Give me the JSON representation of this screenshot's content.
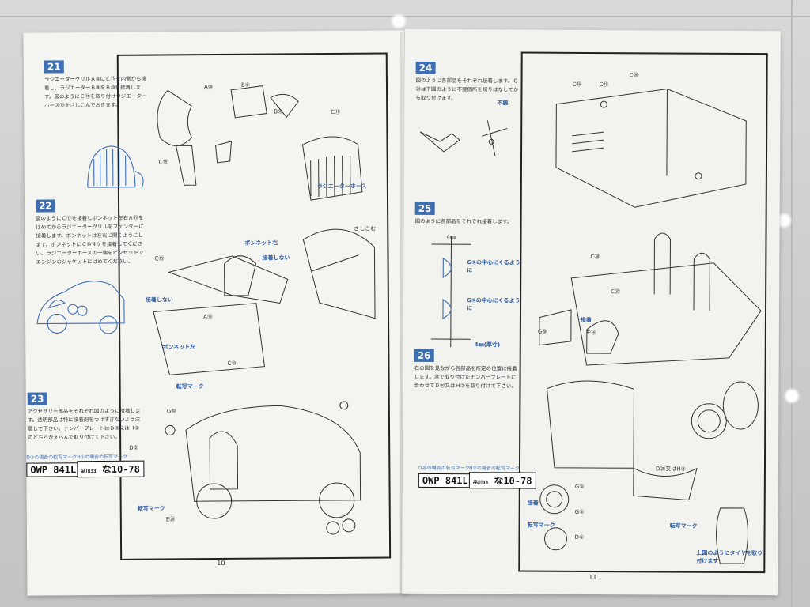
{
  "left_page": {
    "page_number": "10",
    "steps": [
      {
        "num": "21",
        "text": "ラジエーターグリルＡ④にＣ⑮を内側から接着し、ラジエーターＢ⑨をＢ⑩を接着します。図のようにＣ⑪を取り付けラジエーターホース⑲をさしこんでおきます。"
      },
      {
        "num": "22",
        "text": "図のようにＣ⑬を接着しボンネット左右Ａ⑲をはめてからラジエーターグリルをフェンダーに接着します。ボンネットは左右に開くようにします。ボンネットにＣ⑩４ケを接着してください。ラジエーターホースの一端をピンセットでエンジンのジャケットにはめてください。"
      },
      {
        "num": "23",
        "text": "アクセサリー部品をそれぞれ図のように接着します。透明部品は特に接着剤をつけすぎないよう注意して下さい。ナンバープレートはＤ③又はＨ①のどちらかえらんで取り付けて下さい。"
      }
    ],
    "plates": [
      {
        "label": "D③の場合の転写マーク",
        "text": "OWP 841L"
      },
      {
        "label": "H①の場合の転写マーク",
        "small": "品川33",
        "text": "な10-78"
      }
    ],
    "diagram_labels": [
      "A⑩",
      "B⑨",
      "B⑩",
      "C⑪",
      "C⑮",
      "ラジエーターホース",
      "ボンネット右",
      "接着しない",
      "さしこむ",
      "ボンネット左",
      "接着しない",
      "転写マーク",
      "転写マーク",
      "G⑩",
      "D②",
      "E⑳",
      "A⑱",
      "C⑬",
      "C⑩"
    ]
  },
  "right_page": {
    "page_number": "11",
    "steps": [
      {
        "num": "24",
        "text": "図のように各部品をそれぞれ接着します。Ｃ⑳は下図のように不要個所を切りはなしてから取り付けます。"
      },
      {
        "num": "25",
        "text": "図のように各部品をそれぞれ接着します。"
      },
      {
        "num": "26",
        "text": "右の図を見ながら各部品を所定の位置に接着します。㉓で取り付けたナンバープレートに合わせてＤ⑳又はＨ②を取り付けて下さい。"
      }
    ],
    "annotations": [
      "不要",
      "G⑨の中心にくるように",
      "G⑨の中心にくるように",
      "4㎜",
      "4㎜(厚寸)",
      "接着",
      "接着",
      "転写マーク",
      "上図のようにタイヤを取り付けます"
    ],
    "plates": [
      {
        "label": "D⑳の場合の転写マーク",
        "text": "OWP 841L"
      },
      {
        "label": "H②の場合の転写マーク",
        "small": "品川33",
        "text": "な10-78"
      }
    ],
    "diagram_labels": [
      "C⑯",
      "C⑲",
      "C⑳",
      "C⑳",
      "C⑳",
      "G⑨",
      "E⑭",
      "D⑳又はH②",
      "G⑤",
      "G⑥",
      "D⑥"
    ]
  },
  "colors": {
    "accent": "#3f6fb3",
    "paper": "#f4f4f1",
    "floor": "#cfcfcf"
  }
}
